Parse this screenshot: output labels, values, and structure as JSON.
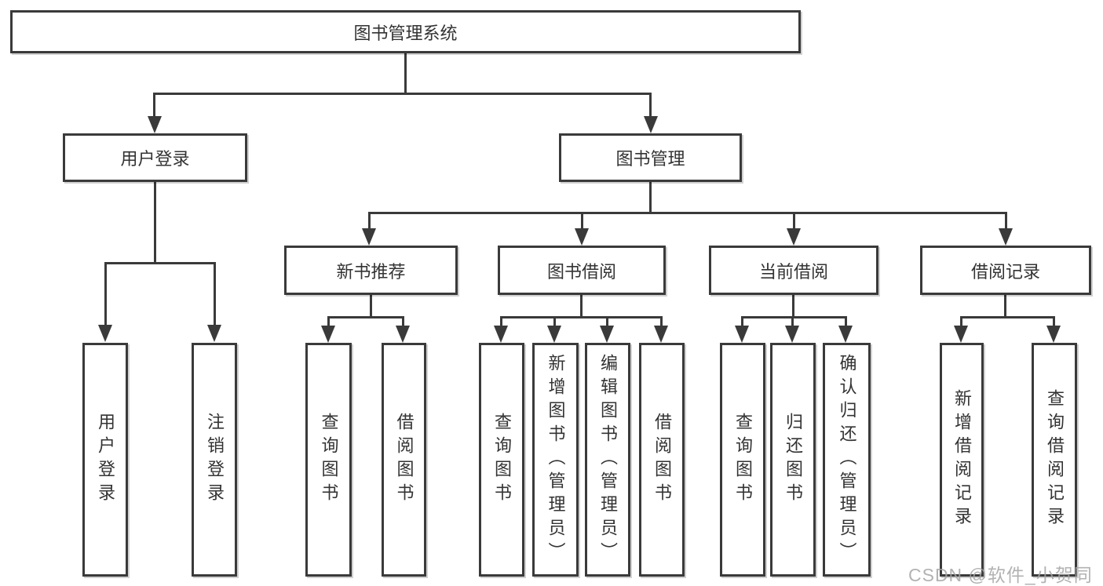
{
  "diagram": {
    "type": "tree-flowchart",
    "root": {
      "label": "图书管理系统"
    },
    "level2": [
      {
        "label": "用户登录"
      },
      {
        "label": "图书管理"
      }
    ],
    "level3": [
      {
        "label": "新书推荐",
        "parent": "图书管理"
      },
      {
        "label": "图书借阅",
        "parent": "图书管理"
      },
      {
        "label": "当前借阅",
        "parent": "图书管理"
      },
      {
        "label": "借阅记录",
        "parent": "图书管理"
      }
    ],
    "leaves": [
      {
        "label": "用户登录",
        "parent": "用户登录"
      },
      {
        "label": "注销登录",
        "parent": "用户登录"
      },
      {
        "label": "查询图书",
        "parent": "新书推荐"
      },
      {
        "label": "借阅图书",
        "parent": "新书推荐"
      },
      {
        "label": "查询图书",
        "parent": "图书借阅"
      },
      {
        "label": "新增图书（管理员）",
        "parent": "图书借阅"
      },
      {
        "label": "编辑图书（管理员）",
        "parent": "图书借阅"
      },
      {
        "label": "借阅图书",
        "parent": "图书借阅"
      },
      {
        "label": "查询图书",
        "parent": "当前借阅"
      },
      {
        "label": "归还图书",
        "parent": "当前借阅"
      },
      {
        "label": "确认归还（管理员）",
        "parent": "当前借阅"
      },
      {
        "label": "新增借阅记录",
        "parent": "借阅记录"
      },
      {
        "label": "查询借阅记录",
        "parent": "借阅记录"
      }
    ]
  },
  "watermark": {
    "text": "CSDN @软件_小贺同学"
  },
  "colors": {
    "line": "#3a3a3a",
    "text": "#333333",
    "box_background": "#ffffff",
    "watermark": "#a4a4a4"
  }
}
